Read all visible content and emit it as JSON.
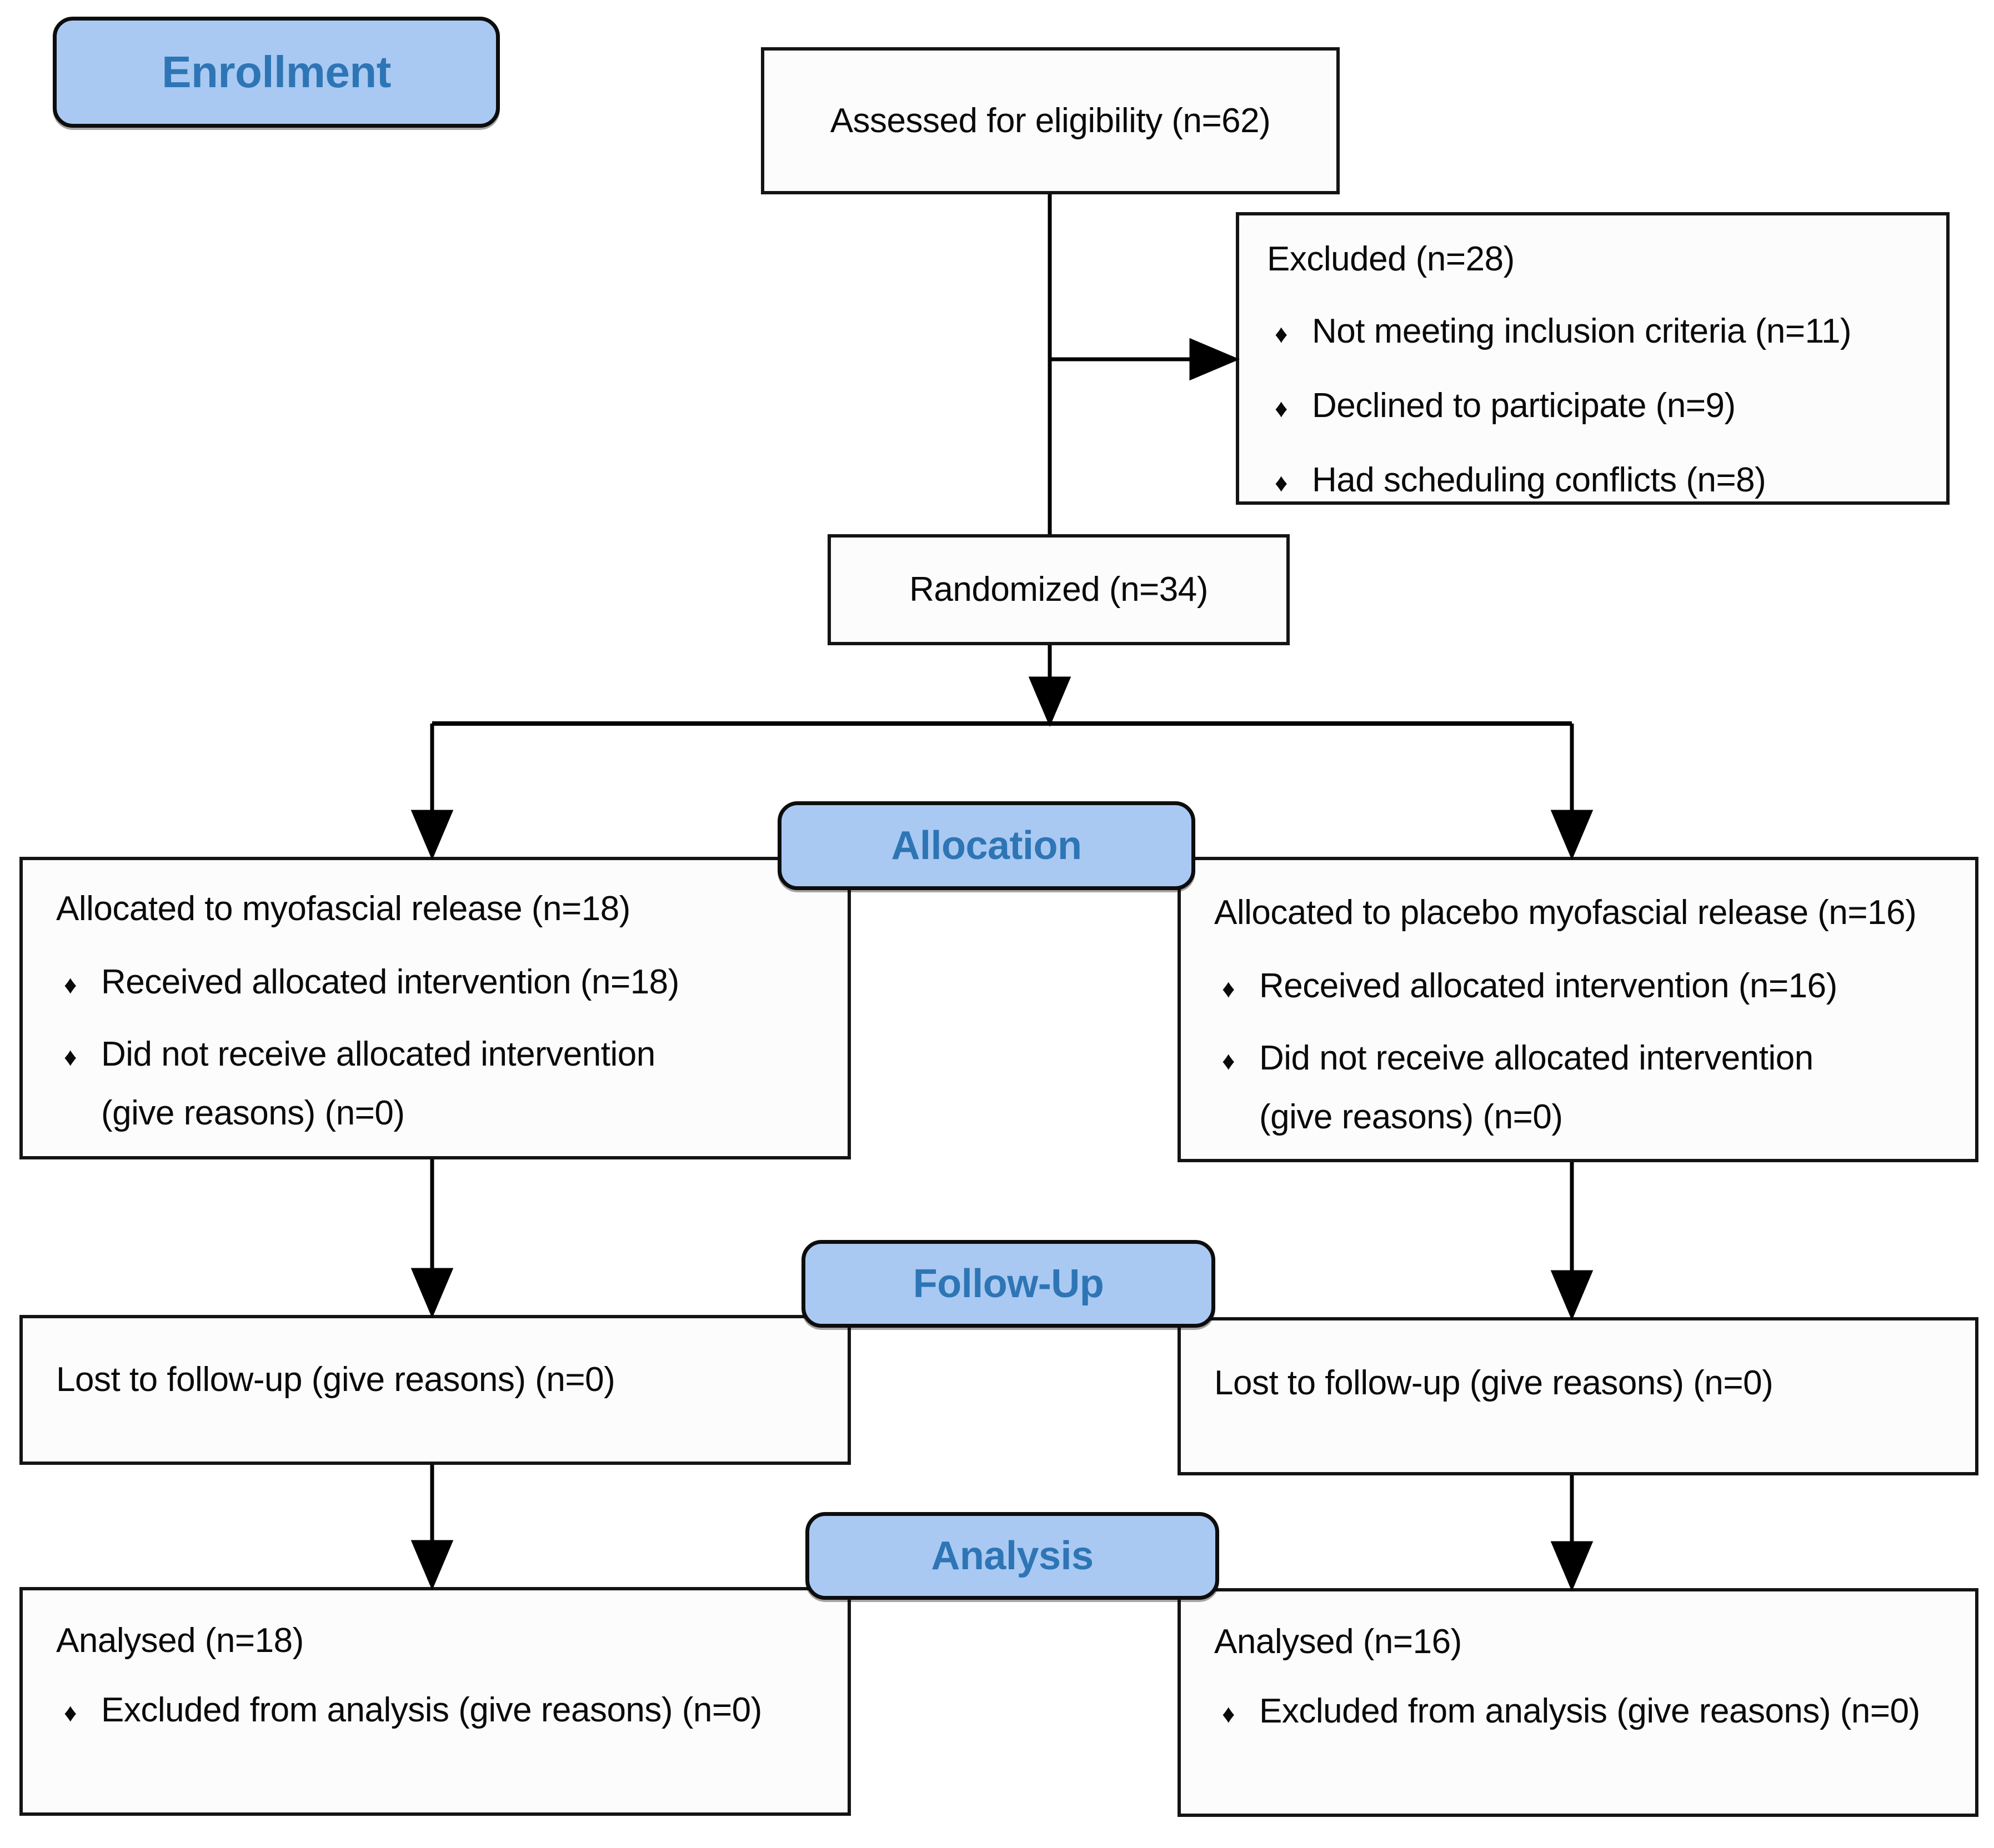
{
  "diagram": {
    "bullet_glyph": "♦",
    "colors": {
      "accent_fill": "#A9C9F2",
      "accent_text": "#2E75B5",
      "box_fill": "#FCFCFC",
      "box_border": "#141414",
      "connector": "#000000"
    },
    "stage_labels": {
      "enrollment": "Enrollment",
      "allocation": "Allocation",
      "followup": "Follow-Up",
      "analysis": "Analysis"
    },
    "boxes": {
      "assessed": {
        "text": "Assessed for eligibility (n=62)"
      },
      "excluded": {
        "title": "Excluded (n=28)",
        "bullets": [
          "Not meeting inclusion criteria (n=11)",
          "Declined to participate (n=9)",
          "Had scheduling conflicts (n=8)"
        ]
      },
      "randomized": {
        "text": "Randomized (n=34)"
      },
      "alloc_left": {
        "title": "Allocated to myofascial release (n=18)",
        "bullets": [
          "Received allocated intervention (n=18)",
          "Did not receive allocated intervention"
        ],
        "continuation": "(give reasons) (n=0)"
      },
      "alloc_right": {
        "title": "Allocated to placebo myofascial release (n=16)",
        "bullets": [
          "Received allocated intervention (n=16)",
          "Did not receive allocated intervention"
        ],
        "continuation": "(give reasons) (n=0)"
      },
      "fu_left": {
        "text": "Lost to follow-up (give reasons) (n=0)"
      },
      "fu_right": {
        "text": "Lost to follow-up (give reasons) (n=0)"
      },
      "an_left": {
        "title": "Analysed (n=18)",
        "bullets": [
          "Excluded from analysis (give reasons) (n=0)"
        ]
      },
      "an_right": {
        "title": "Analysed (n=16)",
        "bullets": [
          "Excluded from analysis (give reasons) (n=0)"
        ]
      }
    }
  }
}
